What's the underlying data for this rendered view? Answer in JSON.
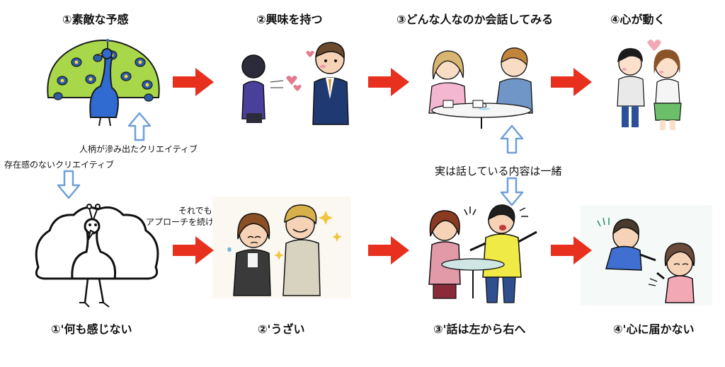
{
  "top_row": {
    "step1": "①素敵な予感",
    "step2": "②興味を持つ",
    "step3": "③どんな人なのか会話してみる",
    "step4": "④心が動く"
  },
  "bottom_row": {
    "step1": "①'何も感じない",
    "step2": "②'うざい",
    "step3": "③'話は左から右へ",
    "step4": "④'心に届かない"
  },
  "notes": {
    "creative_personality": "人柄が滲み出たクリエイティブ",
    "creative_no_presence": "存在感のないクリエイティブ",
    "keep_approaching_line1": "それでも",
    "keep_approaching_line2": "アプローチを続けると",
    "same_conversation": "実は話している内容は一緒"
  },
  "colors": {
    "red_arrow": "#e8301e",
    "blue_arrow": "#6f9fd8"
  }
}
